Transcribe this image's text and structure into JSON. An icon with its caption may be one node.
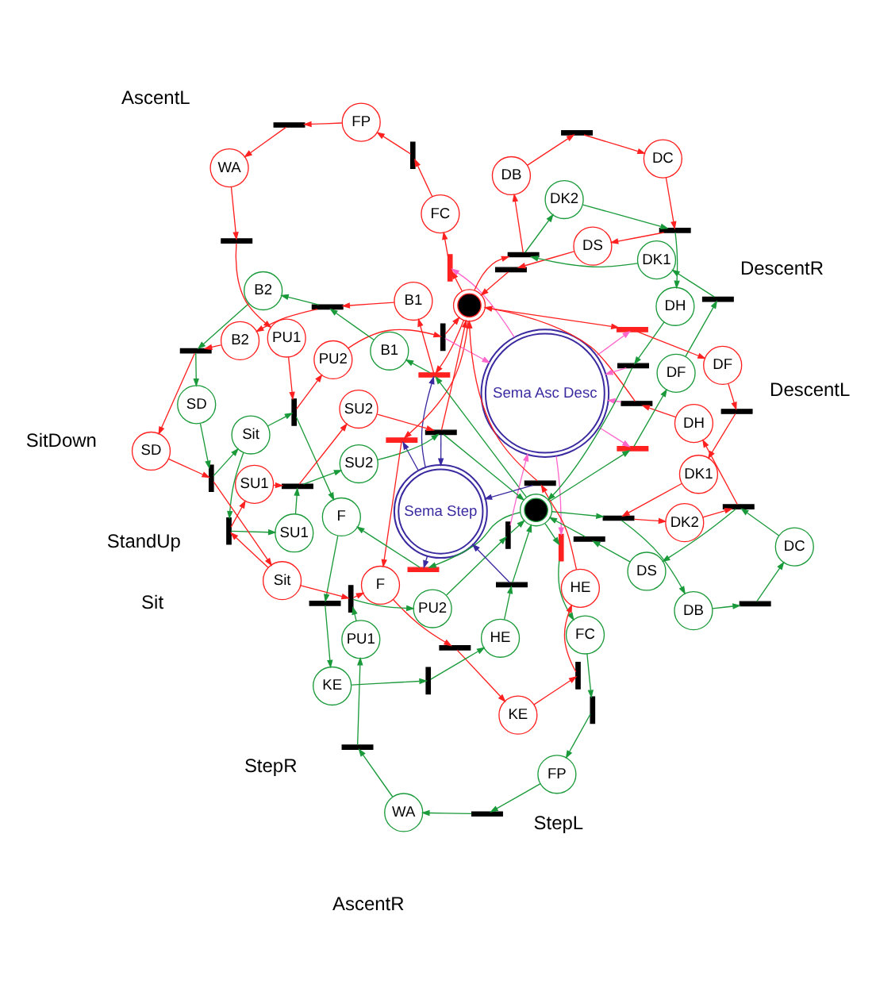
{
  "diagram": {
    "nodes": [
      {
        "text": [
          "DK2"
        ]
      },
      {
        "text": [
          "DC"
        ]
      },
      {
        "text": [
          "DS"
        ]
      },
      {
        "text": [
          "DS"
        ]
      },
      {
        "text": [
          "DC"
        ]
      },
      {
        "text": [
          "DK2"
        ]
      },
      {
        "text": [
          "DH"
        ]
      },
      {
        "text": [
          "DB"
        ]
      },
      {
        "text": [
          "DB"
        ]
      },
      {
        "text": [
          "DH"
        ]
      },
      {
        "text": [
          "DK1"
        ]
      },
      {
        "text": [
          "DK1"
        ]
      },
      {
        "text": [
          "DF"
        ]
      },
      {
        "text": [
          "Sema Asc Desc"
        ]
      },
      {
        "text": [
          "DF"
        ]
      },
      {
        "text": [
          "PU1"
        ]
      },
      {
        "text": [
          "PU1"
        ]
      },
      {
        "text": [
          "PU2"
        ]
      },
      {
        "text": [
          "PU2"
        ]
      },
      {
        "text": [
          "WA"
        ]
      },
      {
        "text": [
          "WA"
        ]
      },
      {
        "text": [
          "FC"
        ]
      },
      {
        "text": [
          "Sema Step"
        ]
      },
      {
        "text": [
          "FC"
        ]
      },
      {
        "text": [
          "FP"
        ]
      },
      {
        "text": [
          "FP"
        ]
      },
      {
        "text": [
          "F"
        ]
      },
      {
        "text": [],
        "shape": "circle"
      },
      {
        "text": [],
        "shape": "circle"
      },
      {
        "text": [
          "F"
        ]
      },
      {
        "text": [
          "KE"
        ]
      },
      {
        "text": [
          "HE"
        ]
      },
      {
        "text": [
          "HE"
        ]
      },
      {
        "text": [
          "KE"
        ]
      },
      {
        "text": [
          "SU2"
        ]
      },
      {
        "text": [
          "SU2"
        ]
      },
      {
        "text": [
          "B1"
        ]
      },
      {
        "text": [
          "B1"
        ]
      },
      {
        "text": [
          "SU1"
        ]
      },
      {
        "text": [
          "SU1"
        ]
      },
      {
        "text": [
          "B2"
        ]
      },
      {
        "text": [
          "B2"
        ]
      },
      {
        "text": [
          "SD"
        ]
      },
      {
        "text": [
          "SD"
        ]
      },
      {
        "text": [
          "Sit"
        ]
      },
      {
        "text": [
          "Sit"
        ]
      },
      {
        "text": [],
        "shape": "bar"
      },
      {
        "text": [],
        "shape": "bar"
      },
      {
        "text": [],
        "shape": "bar"
      },
      {
        "text": [],
        "shape": "bar"
      },
      {
        "text": [],
        "shape": "bar"
      },
      {
        "text": [],
        "shape": "bar"
      },
      {
        "text": [],
        "shape": "bar"
      },
      {
        "text": [],
        "shape": "bar"
      },
      {
        "text": [],
        "shape": "bar"
      },
      {
        "text": [],
        "shape": "bar"
      },
      {
        "text": [],
        "shape": "bar"
      },
      {
        "text": [],
        "shape": "bar"
      },
      {
        "text": [],
        "shape": "bar"
      },
      {
        "text": [],
        "shape": "bar"
      },
      {
        "text": [],
        "shape": "bar"
      },
      {
        "text": [],
        "shape": "bar"
      },
      {
        "text": [],
        "shape": "bar"
      },
      {
        "text": [],
        "shape": "bar"
      },
      {
        "text": [],
        "shape": "bar"
      },
      {
        "text": [],
        "shape": "bar"
      },
      {
        "text": [],
        "shape": "bar"
      },
      {
        "text": [],
        "shape": "bar"
      },
      {
        "text": [],
        "shape": "bar"
      },
      {
        "text": [],
        "shape": "bar"
      },
      {
        "text": [],
        "shape": "bar"
      },
      {
        "text": [],
        "shape": "bar"
      },
      {
        "text": [],
        "shape": "bar"
      },
      {
        "text": [],
        "shape": "bar"
      },
      {
        "text": [],
        "shape": "bar"
      },
      {
        "text": [],
        "shape": "bar"
      },
      {
        "text": [],
        "shape": "bar"
      },
      {
        "text": [],
        "shape": "bar"
      },
      {
        "text": [],
        "shape": "bar"
      },
      {
        "text": [],
        "shape": "bar"
      },
      {
        "text": [],
        "shape": "bar"
      },
      {
        "text": [],
        "shape": "bar"
      },
      {
        "text": [],
        "shape": "bar"
      },
      {
        "text": [],
        "shape": "bar"
      },
      {
        "text": [],
        "shape": "bar"
      },
      {
        "text": [],
        "shape": "bar"
      },
      {
        "text": [],
        "shape": "bar"
      }
    ],
    "edges": [
      {
        "from": 0,
        "to": 46,
        "arrow": "to",
        "color": "#ff2020"
      },
      {
        "from": 1,
        "to": 46,
        "arrow": "to",
        "color": "#1a9a3a"
      },
      {
        "from": 46,
        "to": 6,
        "arrow": "to",
        "color": "#ff2020"
      },
      {
        "from": 46,
        "to": 2,
        "arrow": "to",
        "color": "#1a9a3a"
      },
      {
        "from": 7,
        "to": 47,
        "arrow": "to",
        "color": "#1a9a3a"
      },
      {
        "from": 47,
        "to": 1,
        "arrow": "to",
        "color": "#1a9a3a"
      },
      {
        "from": 2,
        "to": 48,
        "arrow": "to",
        "color": "#1a9a3a"
      },
      {
        "from": 48,
        "to": 28,
        "arrow": "to",
        "color": "#1a9a3a"
      },
      {
        "from": 10,
        "to": 49,
        "arrow": "to",
        "color": "#ff2020"
      },
      {
        "from": 49,
        "to": 0,
        "arrow": "to",
        "color": "#ff2020"
      },
      {
        "from": 28,
        "to": 49,
        "arrow": "to",
        "color": "#1a9a3a"
      },
      {
        "from": 49,
        "to": 7,
        "arrow": "to",
        "color": "#1a9a3a"
      },
      {
        "from": 6,
        "to": 50,
        "arrow": "to",
        "color": "#ff2020"
      },
      {
        "from": 50,
        "to": 27,
        "arrow": "to",
        "color": "#ff2020"
      },
      {
        "from": 12,
        "to": 51,
        "arrow": "to",
        "color": "#ff2020"
      },
      {
        "from": 51,
        "to": 10,
        "arrow": "to",
        "color": "#ff2020"
      },
      {
        "from": 27,
        "to": 52,
        "arrow": "to",
        "color": "#ff2020"
      },
      {
        "from": 52,
        "to": 12,
        "arrow": "to",
        "color": "#ff2020"
      },
      {
        "from": 4,
        "to": 53,
        "arrow": "to",
        "color": "#ff2020"
      },
      {
        "from": 5,
        "to": 53,
        "arrow": "to",
        "color": "#1a9a3a"
      },
      {
        "from": 53,
        "to": 3,
        "arrow": "to",
        "color": "#ff2020"
      },
      {
        "from": 53,
        "to": 9,
        "arrow": "to",
        "color": "#1a9a3a"
      },
      {
        "from": 8,
        "to": 54,
        "arrow": "to",
        "color": "#ff2020"
      },
      {
        "from": 54,
        "to": 4,
        "arrow": "to",
        "color": "#ff2020"
      },
      {
        "from": 3,
        "to": 55,
        "arrow": "to",
        "color": "#ff2020"
      },
      {
        "from": 55,
        "to": 27,
        "arrow": "to",
        "color": "#ff2020"
      },
      {
        "from": 11,
        "to": 56,
        "arrow": "to",
        "color": "#1a9a3a"
      },
      {
        "from": 56,
        "to": 5,
        "arrow": "to",
        "color": "#1a9a3a"
      },
      {
        "from": 27,
        "to": 56,
        "arrow": "to",
        "color": "#ff2020"
      },
      {
        "from": 56,
        "to": 8,
        "arrow": "to",
        "color": "#ff2020"
      },
      {
        "from": 9,
        "to": 57,
        "arrow": "to",
        "color": "#1a9a3a"
      },
      {
        "from": 57,
        "to": 28,
        "arrow": "to",
        "color": "#1a9a3a"
      },
      {
        "from": 14,
        "to": 58,
        "arrow": "to",
        "color": "#1a9a3a"
      },
      {
        "from": 58,
        "to": 11,
        "arrow": "to",
        "color": "#1a9a3a"
      },
      {
        "from": 28,
        "to": 59,
        "arrow": "to",
        "color": "#1a9a3a"
      },
      {
        "from": 59,
        "to": 14,
        "arrow": "to",
        "color": "#1a9a3a"
      },
      {
        "from": 15,
        "to": 60,
        "arrow": "to",
        "color": "#ff2020"
      },
      {
        "from": 60,
        "to": 17,
        "arrow": "to",
        "color": "#ff2020"
      },
      {
        "from": 44,
        "to": 60,
        "arrow": "to",
        "color": "#1a9a3a"
      },
      {
        "from": 60,
        "to": 29,
        "arrow": "to",
        "color": "#1a9a3a"
      },
      {
        "from": 17,
        "to": 61,
        "arrow": "to",
        "color": "#ff2020"
      },
      {
        "from": 61,
        "to": 27,
        "arrow": "to",
        "color": "#ff2020"
      },
      {
        "from": 27,
        "to": 62,
        "arrow": "to",
        "color": "#ff2020"
      },
      {
        "from": 62,
        "to": 21,
        "arrow": "to",
        "color": "#ff2020"
      },
      {
        "from": 21,
        "to": 63,
        "arrow": "to",
        "color": "#ff2020"
      },
      {
        "from": 63,
        "to": 24,
        "arrow": "to",
        "color": "#ff2020"
      },
      {
        "from": 24,
        "to": 64,
        "arrow": "to",
        "color": "#ff2020"
      },
      {
        "from": 64,
        "to": 19,
        "arrow": "to",
        "color": "#ff2020"
      },
      {
        "from": 19,
        "to": 65,
        "arrow": "to",
        "color": "#ff2020"
      },
      {
        "from": 65,
        "to": 15,
        "arrow": "to",
        "color": "#ff2020"
      },
      {
        "from": 16,
        "to": 66,
        "arrow": "to",
        "color": "#1a9a3a"
      },
      {
        "from": 66,
        "to": 18,
        "arrow": "to",
        "color": "#1a9a3a"
      },
      {
        "from": 45,
        "to": 66,
        "arrow": "to",
        "color": "#ff2020"
      },
      {
        "from": 66,
        "to": 26,
        "arrow": "to",
        "color": "#ff2020"
      },
      {
        "from": 18,
        "to": 67,
        "arrow": "to",
        "color": "#1a9a3a"
      },
      {
        "from": 67,
        "to": 28,
        "arrow": "to",
        "color": "#1a9a3a"
      },
      {
        "from": 28,
        "to": 68,
        "arrow": "to",
        "color": "#1a9a3a"
      },
      {
        "from": 68,
        "to": 23,
        "arrow": "to",
        "color": "#1a9a3a"
      },
      {
        "from": 23,
        "to": 69,
        "arrow": "to",
        "color": "#1a9a3a"
      },
      {
        "from": 69,
        "to": 25,
        "arrow": "to",
        "color": "#1a9a3a"
      },
      {
        "from": 25,
        "to": 70,
        "arrow": "to",
        "color": "#1a9a3a"
      },
      {
        "from": 70,
        "to": 20,
        "arrow": "to",
        "color": "#1a9a3a"
      },
      {
        "from": 20,
        "to": 71,
        "arrow": "to",
        "color": "#1a9a3a"
      },
      {
        "from": 71,
        "to": 16,
        "arrow": "to",
        "color": "#1a9a3a"
      },
      {
        "from": 27,
        "to": 72,
        "arrow": "to",
        "color": "#ff2020"
      },
      {
        "from": 72,
        "to": 26,
        "arrow": "to",
        "color": "#ff2020"
      },
      {
        "from": 26,
        "to": 73,
        "arrow": "to",
        "color": "#ff2020"
      },
      {
        "from": 73,
        "to": 30,
        "arrow": "to",
        "color": "#ff2020"
      },
      {
        "from": 30,
        "to": 74,
        "arrow": "to",
        "color": "#ff2020"
      },
      {
        "from": 74,
        "to": 31,
        "arrow": "to",
        "color": "#ff2020"
      },
      {
        "from": 31,
        "to": 75,
        "arrow": "to",
        "color": "#ff2020"
      },
      {
        "from": 75,
        "to": 27,
        "arrow": "to",
        "color": "#ff2020"
      },
      {
        "from": 28,
        "to": 76,
        "arrow": "to",
        "color": "#1a9a3a"
      },
      {
        "from": 76,
        "to": 29,
        "arrow": "to",
        "color": "#1a9a3a"
      },
      {
        "from": 29,
        "to": 77,
        "arrow": "to",
        "color": "#1a9a3a"
      },
      {
        "from": 77,
        "to": 33,
        "arrow": "to",
        "color": "#1a9a3a"
      },
      {
        "from": 33,
        "to": 78,
        "arrow": "to",
        "color": "#1a9a3a"
      },
      {
        "from": 78,
        "to": 32,
        "arrow": "to",
        "color": "#1a9a3a"
      },
      {
        "from": 32,
        "to": 79,
        "arrow": "to",
        "color": "#1a9a3a"
      },
      {
        "from": 79,
        "to": 28,
        "arrow": "to",
        "color": "#1a9a3a"
      },
      {
        "from": 34,
        "to": 80,
        "arrow": "to",
        "color": "#ff2020"
      },
      {
        "from": 35,
        "to": 80,
        "arrow": "to",
        "color": "#1a9a3a"
      },
      {
        "from": 80,
        "to": 27,
        "arrow": "to",
        "color": "#ff2020"
      },
      {
        "from": 80,
        "to": 28,
        "arrow": "to",
        "color": "#1a9a3a"
      },
      {
        "from": 38,
        "to": 81,
        "arrow": "to",
        "color": "#ff2020"
      },
      {
        "from": 39,
        "to": 81,
        "arrow": "to",
        "color": "#1a9a3a"
      },
      {
        "from": 81,
        "to": 34,
        "arrow": "to",
        "color": "#ff2020"
      },
      {
        "from": 81,
        "to": 35,
        "arrow": "to",
        "color": "#1a9a3a"
      },
      {
        "from": 44,
        "to": 82,
        "arrow": "to",
        "color": "#1a9a3a"
      },
      {
        "from": 45,
        "to": 82,
        "arrow": "to",
        "color": "#ff2020"
      },
      {
        "from": 82,
        "to": 39,
        "arrow": "to",
        "color": "#1a9a3a"
      },
      {
        "from": 82,
        "to": 38,
        "arrow": "to",
        "color": "#ff2020"
      },
      {
        "from": 28,
        "to": 83,
        "arrow": "to",
        "color": "#1a9a3a"
      },
      {
        "from": 27,
        "to": 83,
        "arrow": "to",
        "color": "#ff2020"
      },
      {
        "from": 83,
        "to": 36,
        "arrow": "to",
        "color": "#1a9a3a"
      },
      {
        "from": 83,
        "to": 37,
        "arrow": "to",
        "color": "#ff2020"
      },
      {
        "from": 36,
        "to": 84,
        "arrow": "to",
        "color": "#1a9a3a"
      },
      {
        "from": 37,
        "to": 84,
        "arrow": "to",
        "color": "#ff2020"
      },
      {
        "from": 84,
        "to": 40,
        "arrow": "to",
        "color": "#1a9a3a"
      },
      {
        "from": 84,
        "to": 41,
        "arrow": "to",
        "color": "#ff2020"
      },
      {
        "from": 40,
        "to": 85,
        "arrow": "to",
        "color": "#1a9a3a"
      },
      {
        "from": 41,
        "to": 85,
        "arrow": "to",
        "color": "#ff2020"
      },
      {
        "from": 85,
        "to": 42,
        "arrow": "to",
        "color": "#1a9a3a"
      },
      {
        "from": 85,
        "to": 43,
        "arrow": "to",
        "color": "#ff2020"
      },
      {
        "from": 42,
        "to": 86,
        "arrow": "to",
        "color": "#1a9a3a"
      },
      {
        "from": 43,
        "to": 86,
        "arrow": "to",
        "color": "#ff2020"
      },
      {
        "from": 86,
        "to": 44,
        "arrow": "to",
        "color": "#1a9a3a"
      },
      {
        "from": 86,
        "to": 45,
        "arrow": "to",
        "color": "#ff2020"
      },
      {
        "from": 13,
        "to": 52,
        "arrow": "to",
        "color": "#ff66cc"
      },
      {
        "from": 50,
        "to": 13,
        "arrow": "to",
        "color": "#ff66cc"
      },
      {
        "from": 13,
        "to": 59,
        "arrow": "to",
        "color": "#ff66cc"
      },
      {
        "from": 57,
        "to": 13,
        "arrow": "to",
        "color": "#ff66cc"
      },
      {
        "from": 13,
        "to": 62,
        "arrow": "to",
        "color": "#ff66cc"
      },
      {
        "from": 61,
        "to": 13,
        "arrow": "to",
        "color": "#ff66cc"
      },
      {
        "from": 13,
        "to": 68,
        "arrow": "to",
        "color": "#ff66cc"
      },
      {
        "from": 67,
        "to": 13,
        "arrow": "to",
        "color": "#ff66cc"
      },
      {
        "from": 22,
        "to": 72,
        "arrow": "to",
        "color": "#3a2aa0"
      },
      {
        "from": 75,
        "to": 22,
        "arrow": "to",
        "color": "#3a2aa0"
      },
      {
        "from": 22,
        "to": 76,
        "arrow": "to",
        "color": "#3a2aa0"
      },
      {
        "from": 79,
        "to": 22,
        "arrow": "to",
        "color": "#3a2aa0"
      },
      {
        "from": 22,
        "to": 83,
        "arrow": "to",
        "color": "#3a2aa0"
      },
      {
        "from": 80,
        "to": 22,
        "arrow": "to",
        "color": "#3a2aa0"
      }
    ],
    "labels": [
      "DescentL",
      "DescentR",
      "AscentL",
      "AscentR",
      "StepL",
      "StepR",
      "StandUp",
      "SitDown",
      "Sit"
    ]
  }
}
